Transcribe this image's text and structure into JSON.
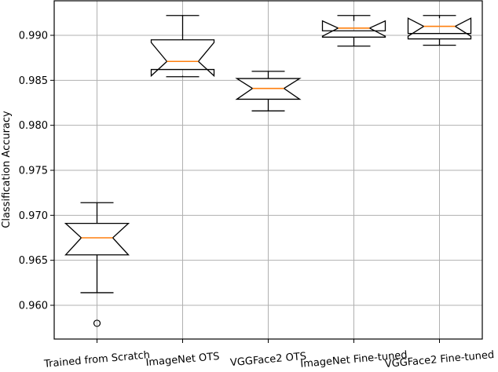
{
  "chart_data": {
    "type": "boxplot",
    "title": "",
    "xlabel": "",
    "ylabel": "Classification Accuracy",
    "ylim": [
      0.9563,
      0.9937
    ],
    "yticks": [
      0.96,
      0.965,
      0.97,
      0.975,
      0.98,
      0.985,
      0.99
    ],
    "ytick_labels": [
      "0.960",
      "0.965",
      "0.970",
      "0.975",
      "0.980",
      "0.985",
      "0.990"
    ],
    "grid": true,
    "notched": true,
    "categories": [
      "Trained from Scratch",
      "ImageNet OTS",
      "VGGFace2 OTS",
      "ImageNet Fine-tuned",
      "VGGFace2 Fine-tuned"
    ],
    "series": [
      {
        "name": "Trained from Scratch",
        "whisker_high": 0.9714,
        "q3": 0.9691,
        "median": 0.9675,
        "q1": 0.9656,
        "whisker_low": 0.9614,
        "notch_high": 0.9691,
        "notch_low": 0.9656,
        "outliers": [
          0.958
        ]
      },
      {
        "name": "ImageNet OTS",
        "whisker_high": 0.9922,
        "q3": 0.9895,
        "median": 0.9871,
        "q1": 0.9862,
        "whisker_low": 0.9854,
        "notch_high": 0.9892,
        "notch_low": 0.9855,
        "outliers": []
      },
      {
        "name": "VGGFace2 OTS",
        "whisker_high": 0.986,
        "q3": 0.9852,
        "median": 0.9841,
        "q1": 0.9829,
        "whisker_low": 0.9816,
        "notch_high": 0.9852,
        "notch_low": 0.9829,
        "outliers": []
      },
      {
        "name": "ImageNet Fine-tuned",
        "whisker_high": 0.9922,
        "q3": 0.9905,
        "median": 0.9908,
        "q1": 0.9898,
        "whisker_low": 0.9888,
        "notch_high": 0.9916,
        "notch_low": 0.9899,
        "outliers": []
      },
      {
        "name": "VGGFace2 Fine-tuned",
        "whisker_high": 0.9922,
        "q3": 0.9902,
        "median": 0.991,
        "q1": 0.9896,
        "whisker_low": 0.9889,
        "notch_high": 0.9919,
        "notch_low": 0.9899,
        "outliers": []
      }
    ],
    "colors": {
      "box": "#000000",
      "median": "#ff7f0e",
      "grid": "#b0b0b0"
    }
  }
}
